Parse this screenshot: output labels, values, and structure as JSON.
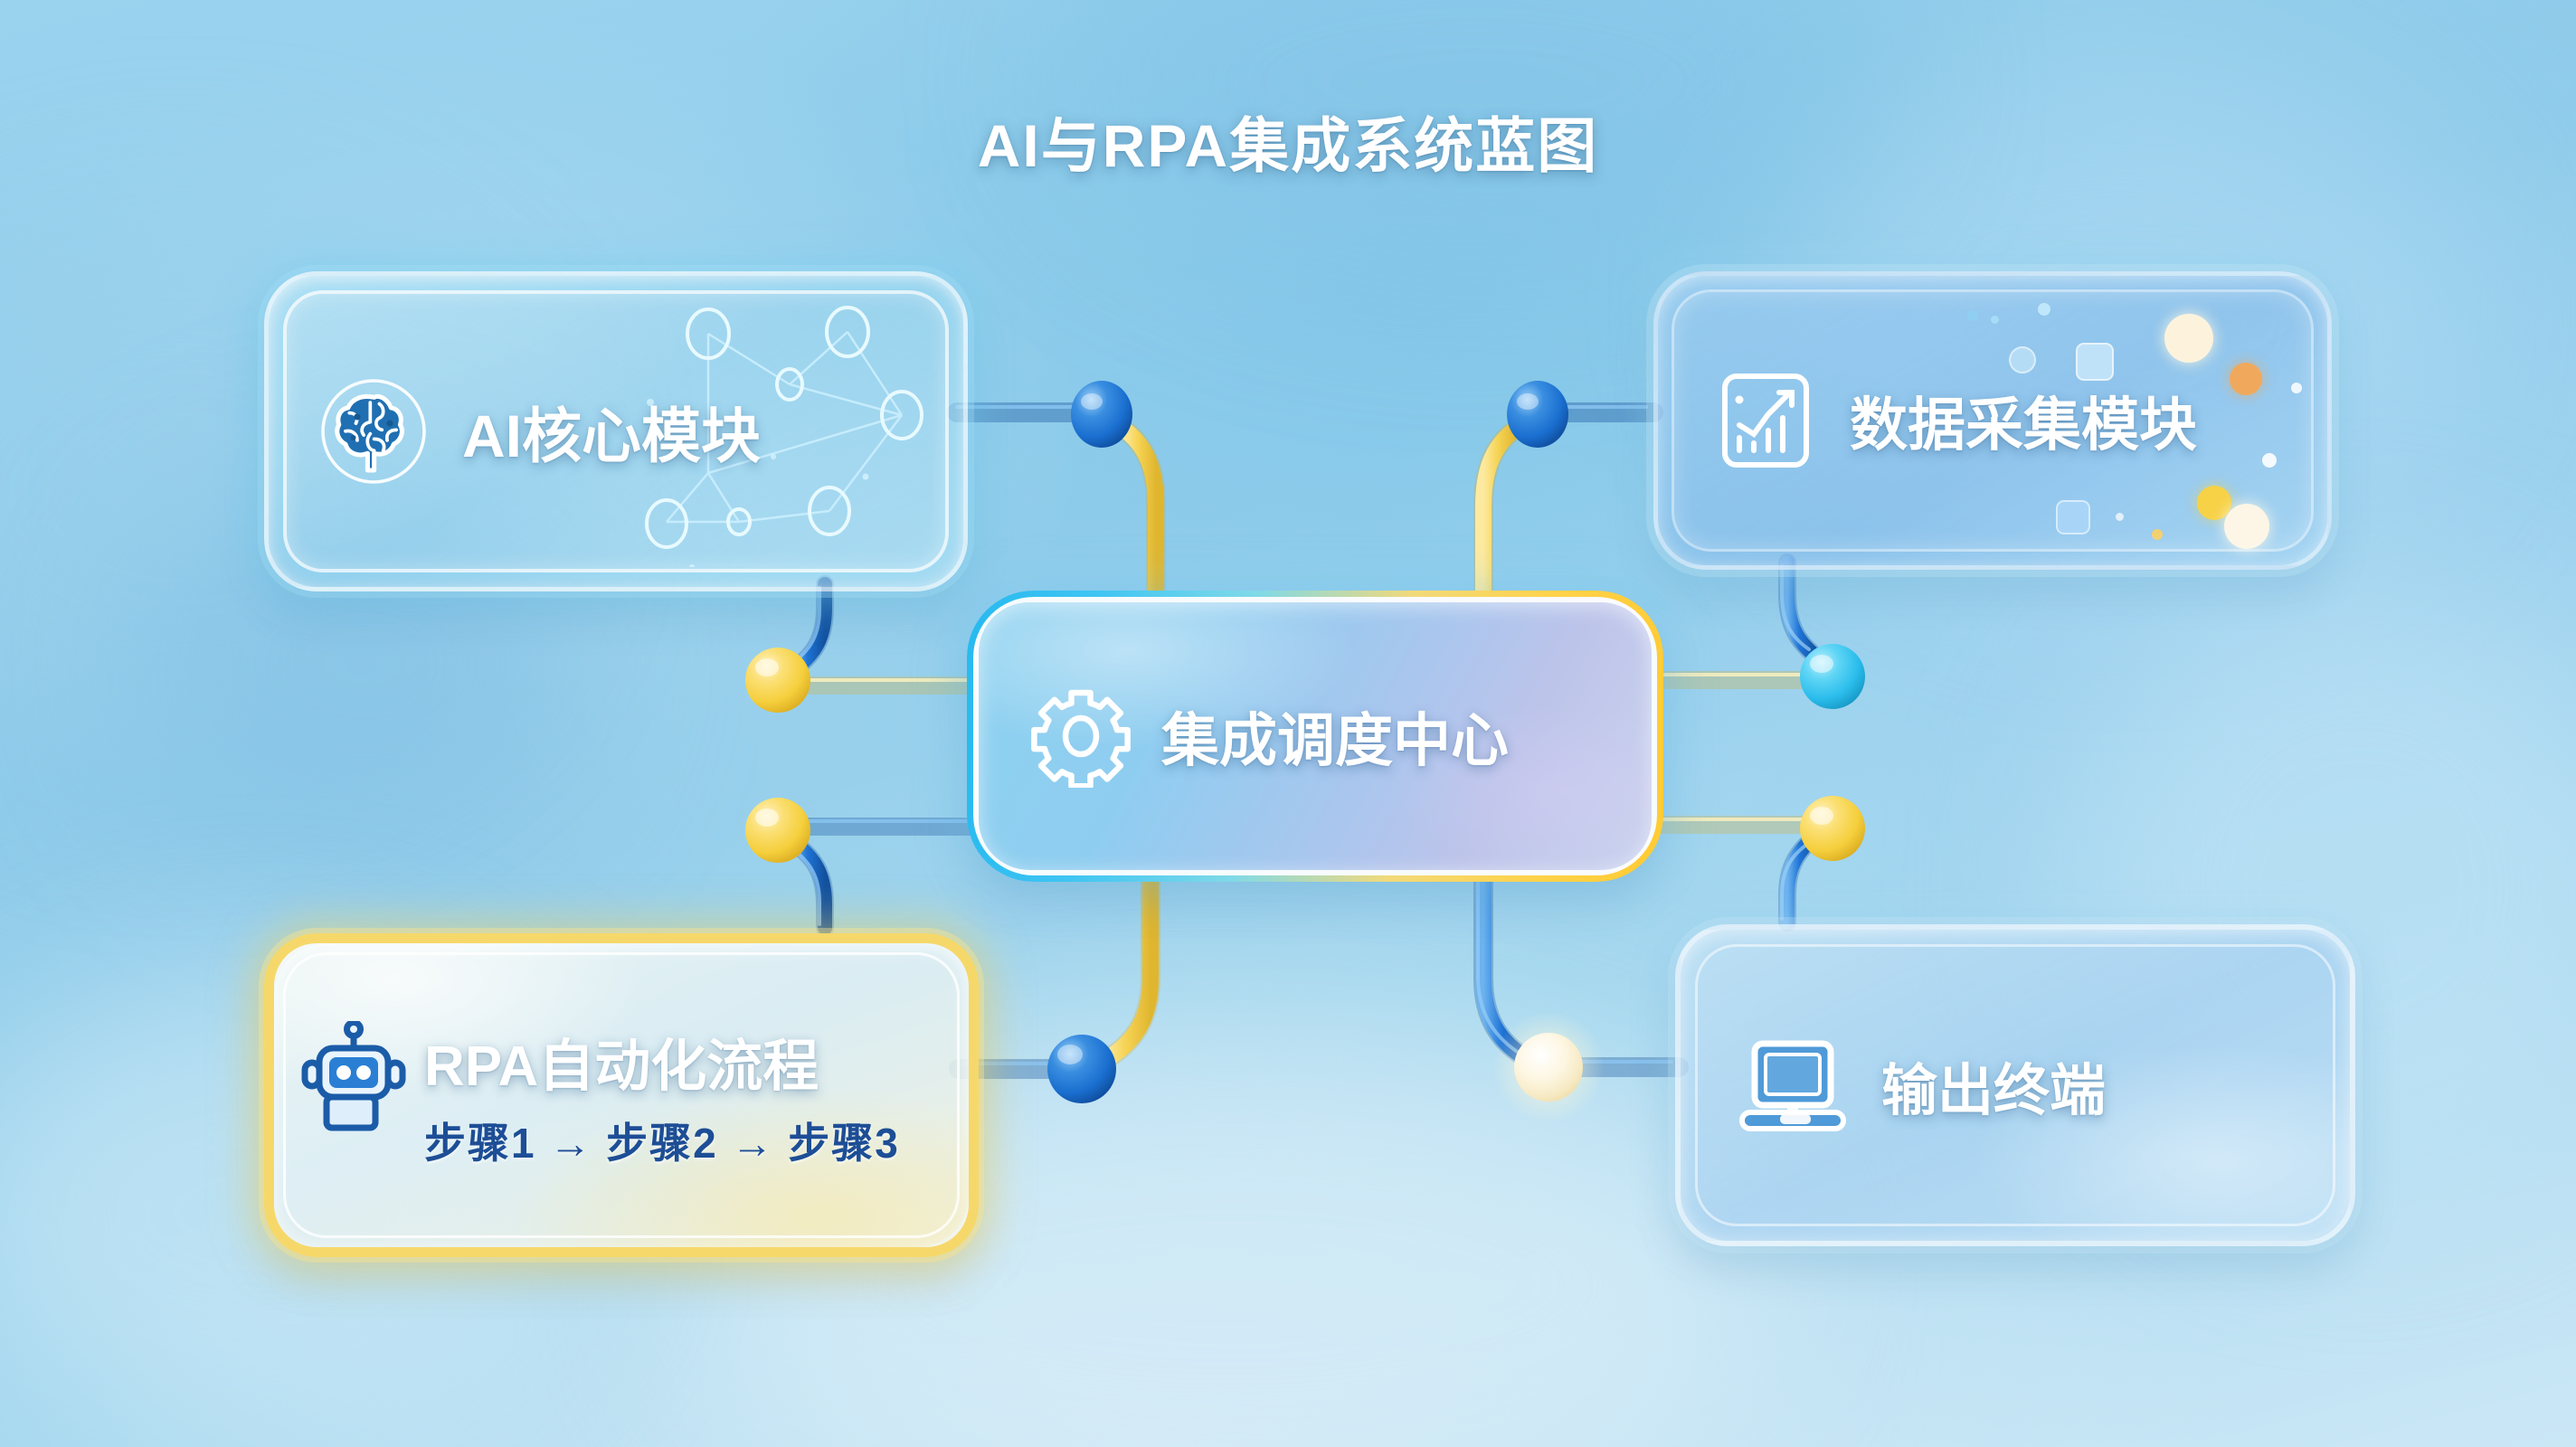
{
  "title": "AI与RPA集成系统蓝图",
  "colors": {
    "background_top": "#8ecbea",
    "background_bottom": "#cbe7f6",
    "pipe_blue": "#1b6fd0",
    "pipe_yellow": "#f5d35a",
    "node_blue": "#1a72d4",
    "node_yellow": "#f7d046",
    "node_cyan": "#2ec2ef",
    "node_white": "#fdf7e4",
    "card_accent_yellow": "#f6d86a",
    "text_white": "#ffffff",
    "text_dark_blue": "#1d4e96"
  },
  "nodes": {
    "ai": {
      "label": "AI核心模块",
      "icon": "brain-icon",
      "position": "top-left"
    },
    "data": {
      "label": "数据采集模块",
      "icon": "bar-chart-icon",
      "position": "top-right"
    },
    "center": {
      "label": "集成调度中心",
      "icon": "gear-icon",
      "position": "center"
    },
    "rpa": {
      "label": "RPA自动化流程",
      "icon": "robot-icon",
      "position": "bottom-left",
      "steps_line": "步骤1 → 步骤2 → 步骤3",
      "steps": [
        "步骤1",
        "步骤2",
        "步骤3"
      ],
      "step_separator": "→"
    },
    "output": {
      "label": "输出终端",
      "icon": "laptop-icon",
      "position": "bottom-right"
    }
  },
  "connectors": [
    {
      "name": "ai-to-center",
      "from": "ai",
      "to": "center",
      "joint_color": "#1a72d4"
    },
    {
      "name": "data-to-center",
      "from": "data",
      "to": "center",
      "joint_color": "#1a72d4"
    },
    {
      "name": "ai-left-branch",
      "from": "ai",
      "to": "center",
      "joint_color": "#f7d046"
    },
    {
      "name": "rpa-left-branch",
      "from": "rpa",
      "to": "center",
      "joint_color": "#f7d046"
    },
    {
      "name": "data-right-branch",
      "from": "data",
      "to": "center",
      "joint_color": "#2ec2ef"
    },
    {
      "name": "out-right-branch",
      "from": "output",
      "to": "center",
      "joint_color": "#f7d046"
    },
    {
      "name": "center-to-rpa",
      "from": "center",
      "to": "rpa",
      "joint_color": "#1a72d4"
    },
    {
      "name": "center-to-output",
      "from": "center",
      "to": "output",
      "joint_color": "#fdf7e4"
    }
  ]
}
